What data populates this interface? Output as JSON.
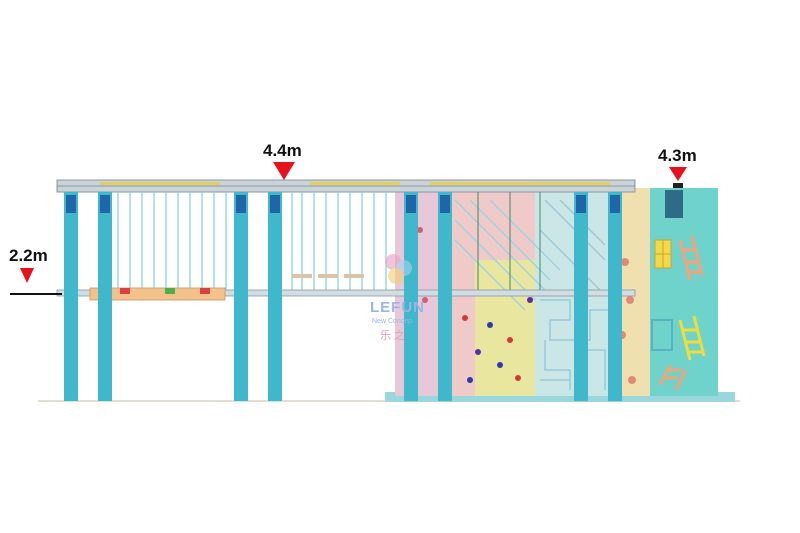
{
  "height_markers": [
    {
      "label": "2.2m",
      "color": "#e8101a"
    },
    {
      "label": "4.4m",
      "color": "#e8101a"
    },
    {
      "label": "4.3m",
      "color": "#e8101a"
    }
  ],
  "watermark": {
    "brand": "LEFUN",
    "tagline": "New Concep",
    "cn": "乐 之 "
  },
  "colors": {
    "pillar": "#3fb8cc",
    "pillar_dark": "#1e66a8",
    "frame": "#a9b7c0",
    "rope": "#7fd0e0",
    "wall_pink": "#f3c9cf",
    "wall_yellow": "#efe8a8",
    "wall_teal": "#7fd6cf",
    "ladder": "#f2a37a"
  }
}
